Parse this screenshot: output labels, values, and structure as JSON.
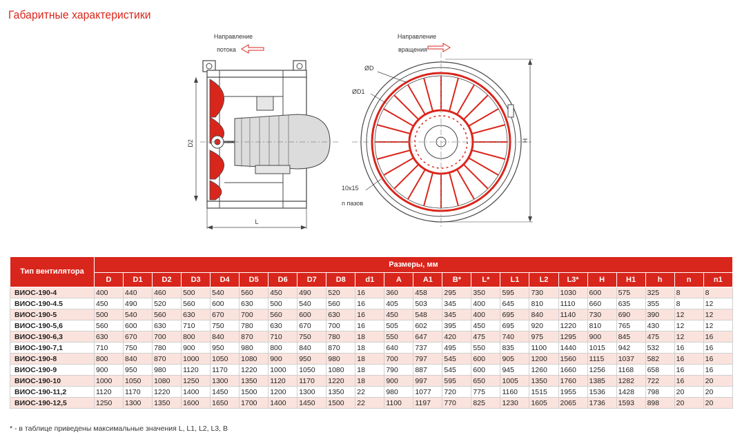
{
  "title": "Габаритные характеристики",
  "drawing": {
    "flow_label_line1": "Направление",
    "flow_label_line2": "потока",
    "rotation_label_line1": "Направление",
    "rotation_label_line2": "вращения",
    "dim_D2": "D2",
    "dim_L": "L",
    "dim_D": "ØD",
    "dim_D1": "ØD1",
    "dim_H": "H",
    "slots_line1": "10x15",
    "slots_line2": "n пазов",
    "colors": {
      "accent": "#d9261c",
      "line": "#444444",
      "motor": "#cfcfcf"
    }
  },
  "table": {
    "type_header": "Тип вентилятора",
    "group_header": "Размеры, мм",
    "columns": [
      "D",
      "D1",
      "D2",
      "D3",
      "D4",
      "D5",
      "D6",
      "D7",
      "D8",
      "d1",
      "A",
      "A1",
      "B*",
      "L*",
      "L1",
      "L2",
      "L3*",
      "H",
      "H1",
      "h",
      "n",
      "n1"
    ],
    "rows": [
      {
        "name": "ВИОС-190-4",
        "values": [
          "400",
          "440",
          "460",
          "500",
          "540",
          "560",
          "450",
          "490",
          "520",
          "16",
          "360",
          "458",
          "295",
          "350",
          "595",
          "730",
          "1030",
          "600",
          "575",
          "325",
          "8",
          "8"
        ]
      },
      {
        "name": "ВИОС-190-4.5",
        "values": [
          "450",
          "490",
          "520",
          "560",
          "600",
          "630",
          "500",
          "540",
          "560",
          "16",
          "405",
          "503",
          "345",
          "400",
          "645",
          "810",
          "1110",
          "660",
          "635",
          "355",
          "8",
          "12"
        ]
      },
      {
        "name": "ВИОС-190-5",
        "values": [
          "500",
          "540",
          "560",
          "630",
          "670",
          "700",
          "560",
          "600",
          "630",
          "16",
          "450",
          "548",
          "345",
          "400",
          "695",
          "840",
          "1140",
          "730",
          "690",
          "390",
          "12",
          "12"
        ]
      },
      {
        "name": "ВИОС-190-5,6",
        "values": [
          "560",
          "600",
          "630",
          "710",
          "750",
          "780",
          "630",
          "670",
          "700",
          "16",
          "505",
          "602",
          "395",
          "450",
          "695",
          "920",
          "1220",
          "810",
          "765",
          "430",
          "12",
          "12"
        ]
      },
      {
        "name": "ВИОС-190-6,3",
        "values": [
          "630",
          "670",
          "700",
          "800",
          "840",
          "870",
          "710",
          "750",
          "780",
          "18",
          "550",
          "647",
          "420",
          "475",
          "740",
          "975",
          "1295",
          "900",
          "845",
          "475",
          "12",
          "16"
        ]
      },
      {
        "name": "ВИОС-190-7,1",
        "values": [
          "710",
          "750",
          "780",
          "900",
          "950",
          "980",
          "800",
          "840",
          "870",
          "18",
          "640",
          "737",
          "495",
          "550",
          "835",
          "1100",
          "1440",
          "1015",
          "942",
          "532",
          "16",
          "16"
        ]
      },
      {
        "name": "ВИОС-190-8",
        "values": [
          "800",
          "840",
          "870",
          "1000",
          "1050",
          "1080",
          "900",
          "950",
          "980",
          "18",
          "700",
          "797",
          "545",
          "600",
          "905",
          "1200",
          "1560",
          "1115",
          "1037",
          "582",
          "16",
          "16"
        ]
      },
      {
        "name": "ВИОС-190-9",
        "values": [
          "900",
          "950",
          "980",
          "1120",
          "1170",
          "1220",
          "1000",
          "1050",
          "1080",
          "18",
          "790",
          "887",
          "545",
          "600",
          "945",
          "1260",
          "1660",
          "1256",
          "1168",
          "658",
          "16",
          "16"
        ]
      },
      {
        "name": "ВИОС-190-10",
        "values": [
          "1000",
          "1050",
          "1080",
          "1250",
          "1300",
          "1350",
          "1120",
          "1170",
          "1220",
          "18",
          "900",
          "997",
          "595",
          "650",
          "1005",
          "1350",
          "1760",
          "1385",
          "1282",
          "722",
          "16",
          "20"
        ]
      },
      {
        "name": "ВИОС-190-11,2",
        "values": [
          "1120",
          "1170",
          "1220",
          "1400",
          "1450",
          "1500",
          "1200",
          "1300",
          "1350",
          "22",
          "980",
          "1077",
          "720",
          "775",
          "1160",
          "1515",
          "1955",
          "1536",
          "1428",
          "798",
          "20",
          "20"
        ]
      },
      {
        "name": "ВИОС-190-12,5",
        "values": [
          "1250",
          "1300",
          "1350",
          "1600",
          "1650",
          "1700",
          "1400",
          "1450",
          "1500",
          "22",
          "1100",
          "1197",
          "770",
          "825",
          "1230",
          "1605",
          "2065",
          "1736",
          "1593",
          "898",
          "20",
          "20"
        ]
      }
    ]
  },
  "footnote": "* - в таблице приведены максимальные значения L, L1, L2, L3, B"
}
